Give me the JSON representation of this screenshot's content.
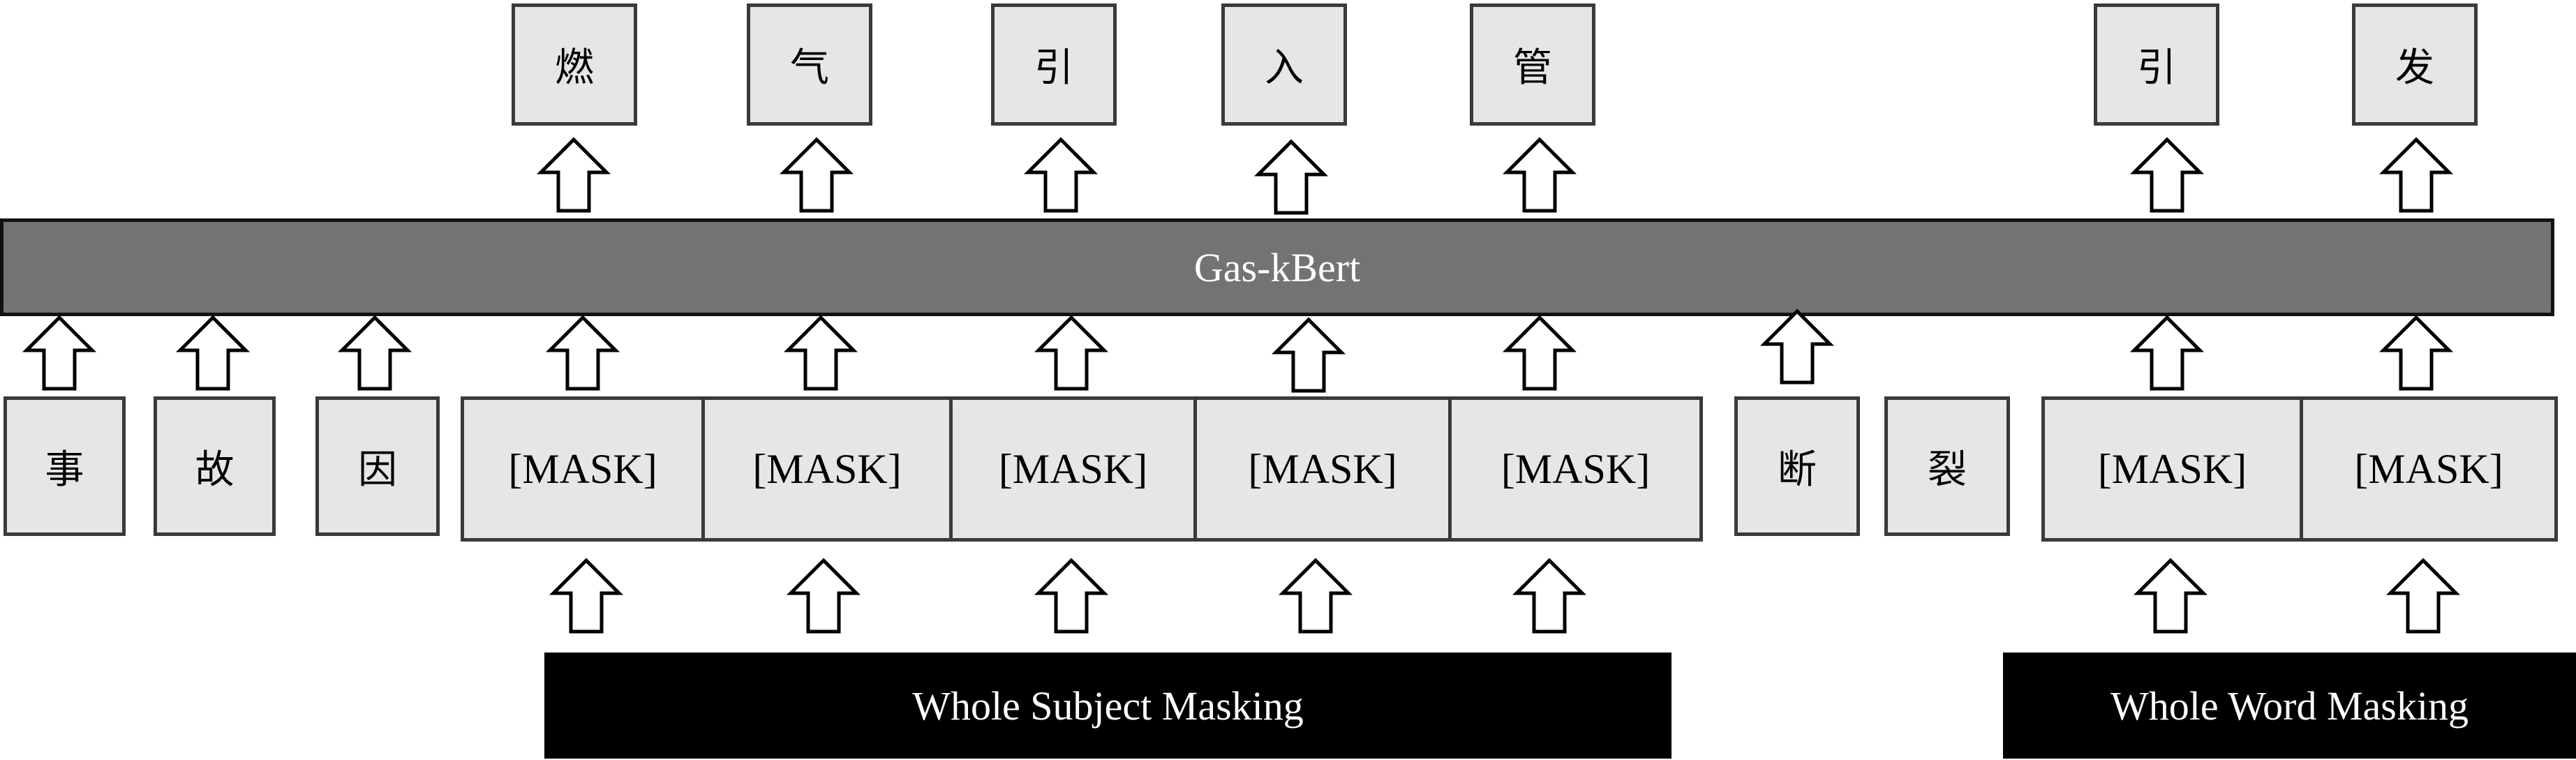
{
  "outputs": [
    "燃",
    "气",
    "引",
    "入",
    "管",
    "引",
    "发"
  ],
  "model": {
    "label": "Gas-kBert"
  },
  "inputs": {
    "plain_left": [
      "事",
      "故",
      "因"
    ],
    "mask_subject": [
      "[MASK]",
      "[MASK]",
      "[MASK]",
      "[MASK]",
      "[MASK]"
    ],
    "plain_mid": [
      "断",
      "裂"
    ],
    "mask_word": [
      "[MASK]",
      "[MASK]"
    ]
  },
  "strategies": {
    "subject": "Whole Subject Masking",
    "word": "Whole Word Masking"
  },
  "colors": {
    "token_fill": "#e6e6e6",
    "model_fill": "#737373",
    "strategy_fill": "#000000"
  }
}
